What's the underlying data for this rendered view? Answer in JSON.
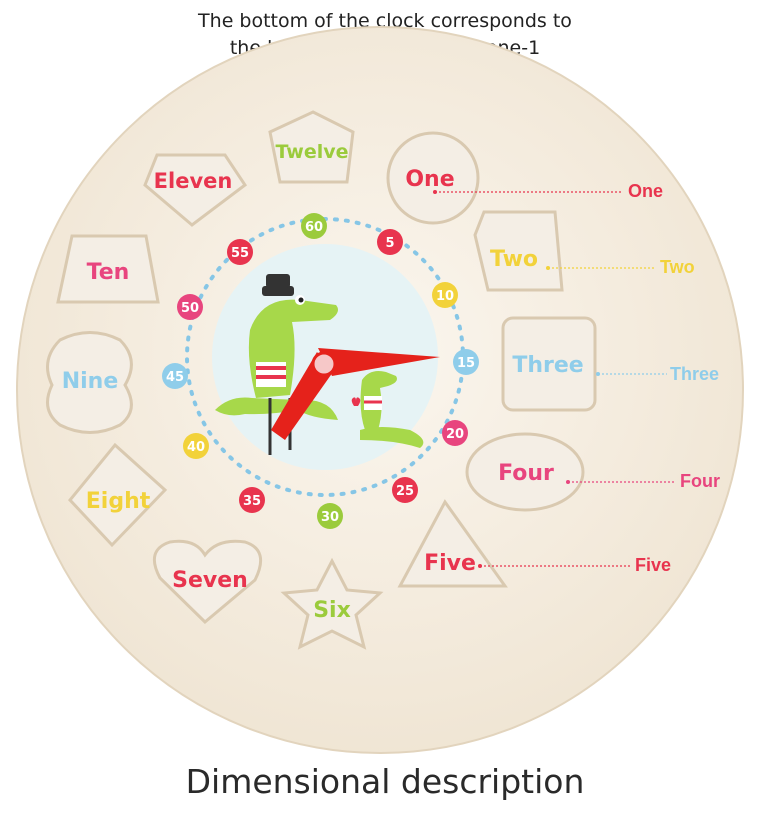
{
  "caption": {
    "line1": "The bottom of the clock corresponds to",
    "line2": "the building block number one-1"
  },
  "blocks": {
    "twelve": {
      "label": "Twelve",
      "color": "#9bcb3c"
    },
    "one": {
      "label": "One",
      "color": "#e8344e"
    },
    "two": {
      "label": "Two",
      "color": "#f2d23a"
    },
    "three": {
      "label": "Three",
      "color": "#8fcdea"
    },
    "four": {
      "label": "Four",
      "color": "#e8457e"
    },
    "five": {
      "label": "Five",
      "color": "#e8344e"
    },
    "six": {
      "label": "Six",
      "color": "#9bcb3c"
    },
    "seven": {
      "label": "Seven",
      "color": "#e8344e"
    },
    "eight": {
      "label": "Eight",
      "color": "#f2d23a"
    },
    "nine": {
      "label": "Nine",
      "color": "#8fcdea"
    },
    "ten": {
      "label": "Ten",
      "color": "#e8457e"
    },
    "eleven": {
      "label": "Eleven",
      "color": "#e8344e"
    }
  },
  "callouts": {
    "one": "One",
    "two": "Two",
    "three": "Three",
    "four": "Four",
    "five": "Five"
  },
  "minutes": {
    "m60": "60",
    "m5": "5",
    "m10": "10",
    "m15": "15",
    "m20": "20",
    "m25": "25",
    "m30": "30",
    "m35": "35",
    "m40": "40",
    "m45": "45",
    "m50": "50",
    "m55": "55"
  },
  "footer": {
    "title": "Dimensional description"
  }
}
